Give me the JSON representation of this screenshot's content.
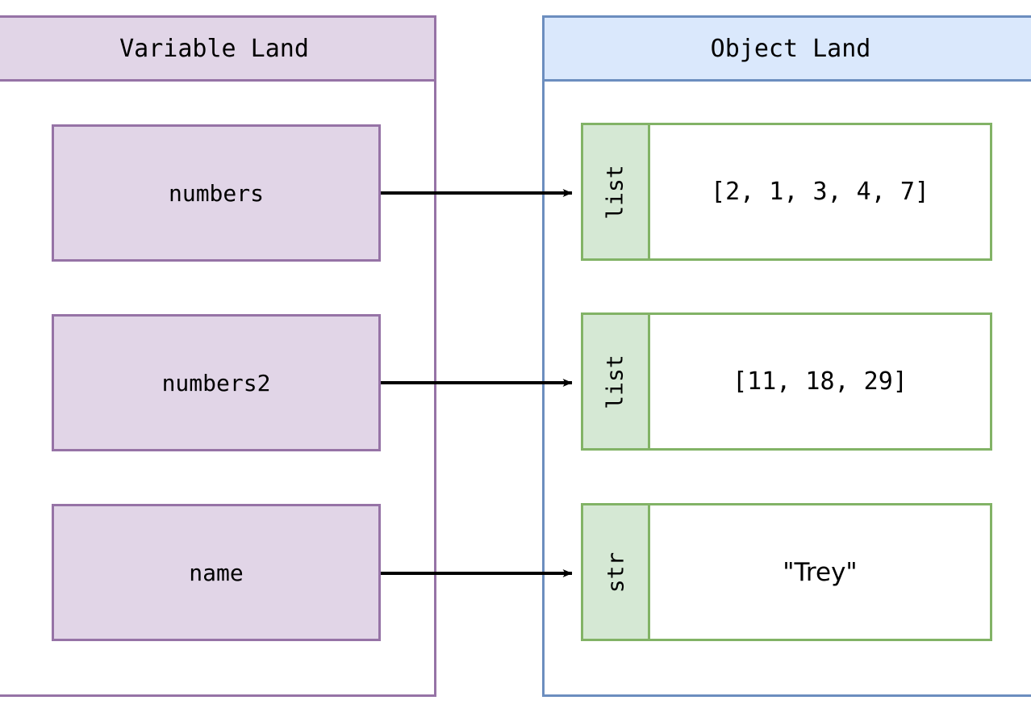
{
  "diagram": {
    "title_left": "Variable Land",
    "title_right": "Object Land",
    "colors": {
      "variable_fill": "#e1d5e7",
      "variable_stroke": "#9673a6",
      "object_fill": "#dae8fc",
      "object_stroke": "#6c8ebf",
      "type_fill": "#d5e8d4",
      "type_stroke": "#82b366",
      "arrow": "#000000",
      "background": "#ffffff"
    }
  },
  "variable_land": {
    "header": "Variable Land",
    "variables": [
      {
        "name": "numbers"
      },
      {
        "name": "numbers2"
      },
      {
        "name": "name"
      }
    ]
  },
  "object_land": {
    "header": "Object Land",
    "objects": [
      {
        "type": "list",
        "value": "[2, 1, 3, 4, 7]",
        "font": "mono"
      },
      {
        "type": "list",
        "value": "[11, 18, 29]",
        "font": "mono"
      },
      {
        "type": "str",
        "value": "\"Trey\"",
        "font": "sans"
      }
    ]
  },
  "arrows": [
    {
      "from": "numbers",
      "to": "list-1"
    },
    {
      "from": "numbers2",
      "to": "list-2"
    },
    {
      "from": "name",
      "to": "str-1"
    }
  ]
}
